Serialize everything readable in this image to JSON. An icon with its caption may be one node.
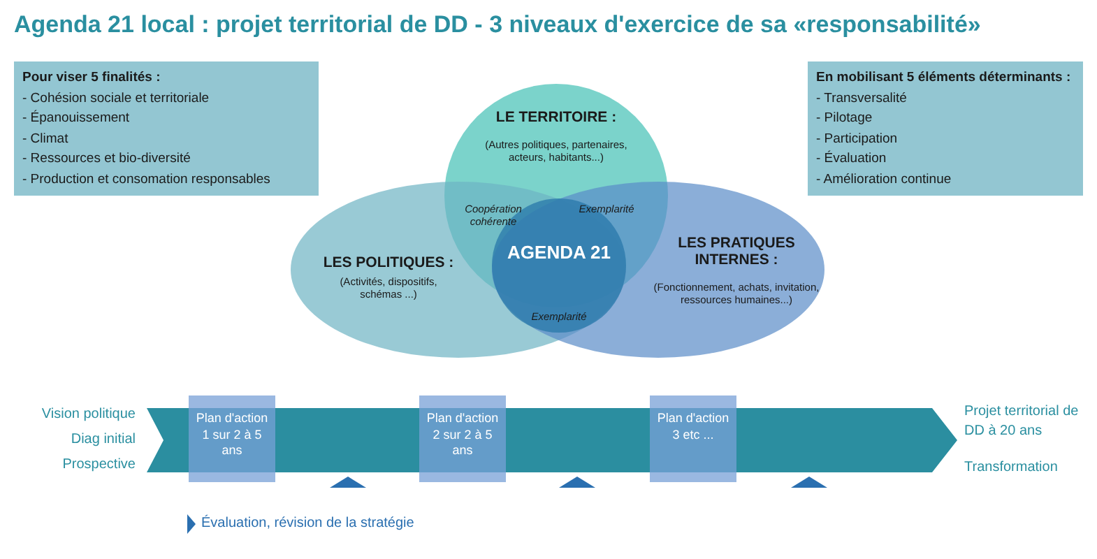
{
  "diagram": {
    "title": "Agenda 21 local : projet territorial de DD - 3 niveaux d'exercice de sa «responsabilité»",
    "nodes": [
      {
        "text": [
          "Pour viser 5 finalités :",
          "- Cohésion sociale et territoriale",
          "- Épanouissement",
          "- Climat",
          "- Ressources et bio-diversité",
          "- Production et consomation responsables"
        ]
      },
      {
        "text": [
          "En mobilisant 5 éléments déterminants :",
          "- Transversalité",
          "- Pilotage",
          "- Participation",
          "- Évaluation",
          "- Amélioration continue"
        ]
      },
      {
        "text": [
          "LE TERRITOIRE :",
          "(Autres politiques, partenaires, acteurs, habitants...)"
        ]
      },
      {
        "text": [
          "LES POLITIQUES :",
          "(Activités, dispositifs, schémas ...)"
        ]
      },
      {
        "text": [
          "LES PRATIQUES INTERNES :",
          "(Fonctionnement, achats, invitation, ressources humaines...)"
        ]
      },
      {
        "text": [
          "AGENDA 21"
        ]
      },
      {
        "text": [],
        "shape": "chevron",
        "beside": [
          "Vision politique",
          "Diag initial",
          "Prospective",
          "Projet territorial de DD à 20 ans",
          "Transformation"
        ]
      },
      {
        "text": [
          "Plan d'action 1 sur 2 à 5 ans"
        ]
      },
      {
        "text": [
          "Plan d'action 2 sur 2 à 5 ans"
        ]
      },
      {
        "text": [
          "Plan d'action 3 etc ..."
        ]
      }
    ],
    "edges": [],
    "labels": [
      "Coopération cohérente",
      "Exemplarité",
      "Exemplarité"
    ],
    "legend": [
      {
        "text": "Évaluation, révision de la stratégie"
      }
    ]
  }
}
